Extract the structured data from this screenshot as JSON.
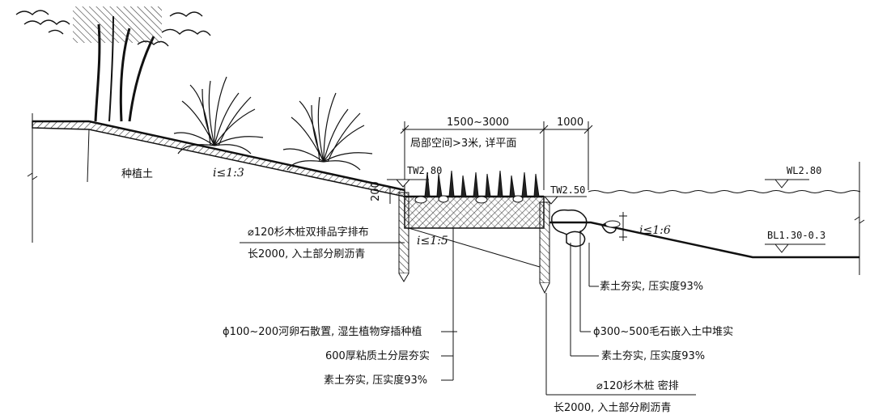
{
  "labels": {
    "planting_soil": "种植土",
    "slope_upper": "i≤1:3",
    "slope_lower": "i≤1:5",
    "slope_water": "i≤1:6",
    "dim_width": "1500~3000",
    "dim_1000": "1000",
    "dim_note": "局部空间>3米, 详平面",
    "dim_200": "200",
    "elev_tw280": "TW2.80",
    "elev_tw250": "TW2.50",
    "elev_wl": "WL2.80",
    "elev_bl": "BL1.30-0.3",
    "pile_double_1": "⌀120杉木桩双排品字排布",
    "pile_double_2": "长2000, 入土部分刷沥青",
    "pebble": "ϕ100~200河卵石散置, 湿生植物穿插种植",
    "clay": "600厚粘质土分层夯实",
    "compact_left": "素土夯实, 压实度93%",
    "compact_top": "素土夯实, 压实度93%",
    "rubble": "ϕ300~500毛石嵌入土中堆实",
    "compact_mid": "素土夯实, 压实度93%",
    "pile_dense_1": "⌀120杉木桩 密排",
    "pile_dense_2": "长2000, 入土部分刷沥青"
  },
  "colors": {
    "line": "#111111",
    "hatch": "#333333"
  }
}
